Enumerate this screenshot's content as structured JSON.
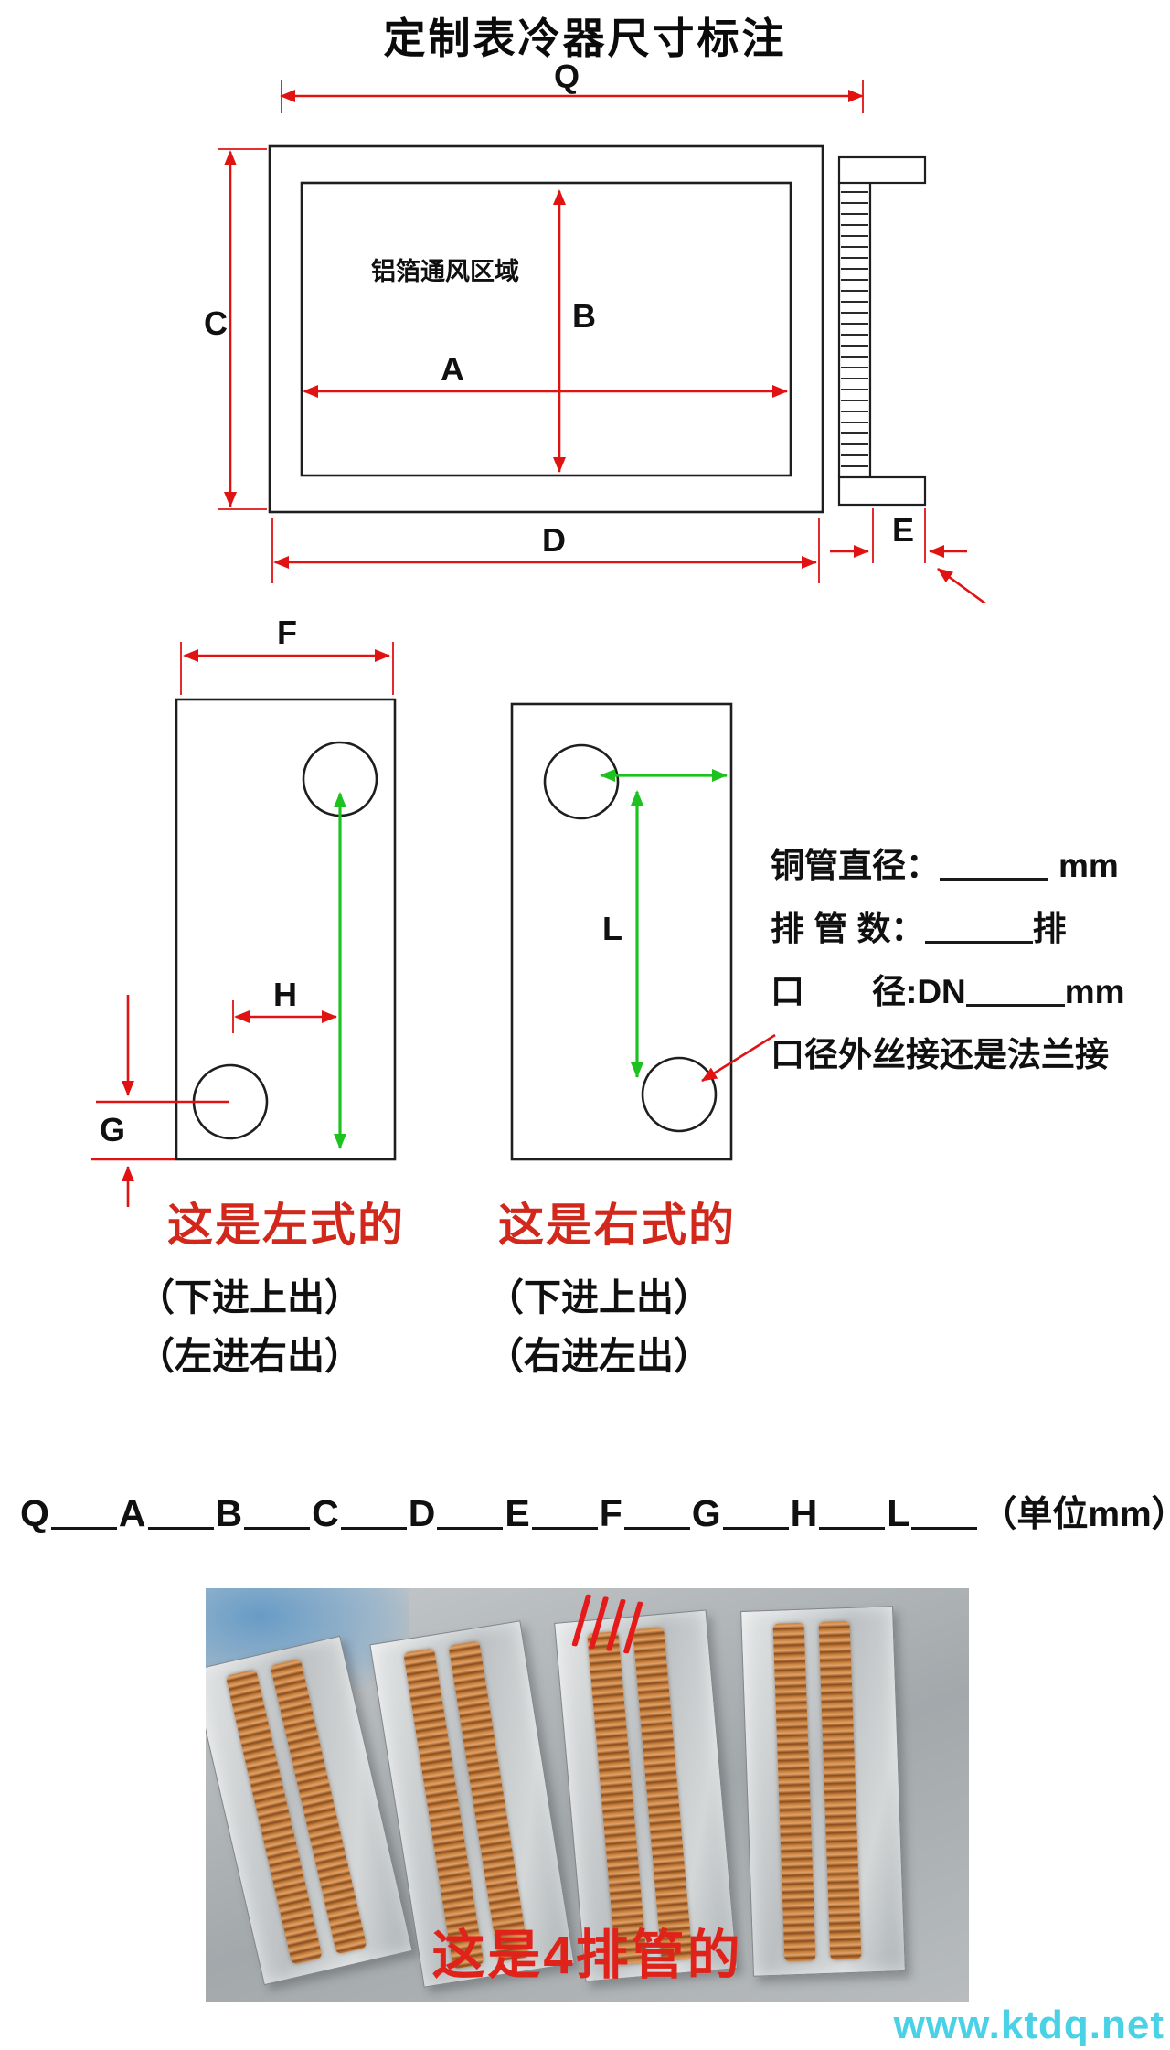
{
  "page": {
    "title": "定制表冷器尺寸标注",
    "watermark": "www.ktdq.net"
  },
  "top_view": {
    "area_label": "铝箔通风区域",
    "dim_q": "Q",
    "dim_a": "A",
    "dim_b": "B",
    "dim_c": "C",
    "dim_d": "D",
    "dim_e": "E"
  },
  "left_view": {
    "dim_f": "F",
    "dim_h": "H",
    "dim_g": "G",
    "caption": "这是左式的",
    "note_1": "（下进上出）",
    "note_2": "（左进右出）"
  },
  "right_view": {
    "dim_l": "L",
    "caption": "这是右式的",
    "note_1": "（下进上出）",
    "note_2": "（右进左出）"
  },
  "spec_form": {
    "line1_label": "铜管直径：",
    "line1_unit": "mm",
    "line2_label": "排 管 数：",
    "line2_unit": "排",
    "line3_label": "口　　径:DN",
    "line3_unit": "mm",
    "line4_label": "口径外丝接还是法兰接"
  },
  "dimension_row": {
    "labels": [
      "Q",
      "A",
      "B",
      "C",
      "D",
      "E",
      "F",
      "G",
      "H",
      "L"
    ],
    "unit": "（单位mm）"
  },
  "photo": {
    "caption": "这是4排管的"
  },
  "colors": {
    "dimension_red": "#e11212",
    "arrow_green": "#1ec21e",
    "caption_red": "#d2281c",
    "photo_caption_red": "#e0231a",
    "watermark_cyan": "#49d1e6"
  }
}
